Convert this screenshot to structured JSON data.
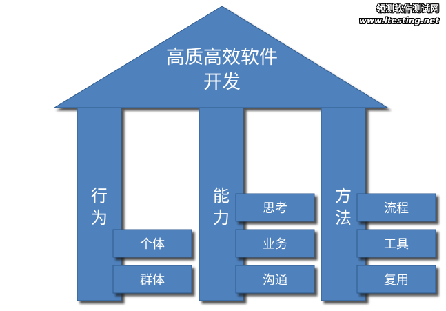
{
  "roof": {
    "title_line1": "高质高效软件",
    "title_line2": "开发"
  },
  "pillars": [
    {
      "label_line1": "行",
      "label_line2": "为",
      "items": [
        "个体",
        "群体"
      ]
    },
    {
      "label_line1": "能",
      "label_line2": "力",
      "items": [
        "思考",
        "业务",
        "沟通"
      ]
    },
    {
      "label_line1": "方",
      "label_line2": "法",
      "items": [
        "流程",
        "工具",
        "复用"
      ]
    }
  ],
  "watermark": {
    "line1": "领测软件测试网",
    "line2": "www.ltesting.net"
  },
  "colors": {
    "fill": "#4f81bd",
    "stroke": "#2f5a8c",
    "text": "#ffffff",
    "shadow": "#222222"
  }
}
